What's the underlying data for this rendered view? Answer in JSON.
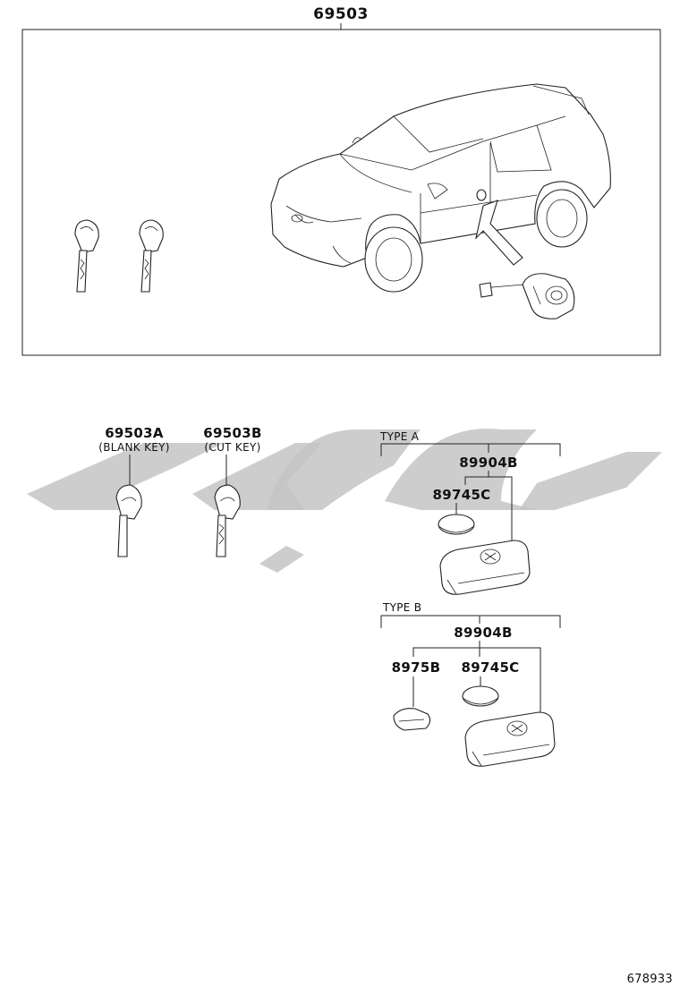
{
  "assembly": {
    "part_number": "69503"
  },
  "blank_key": {
    "part_number": "69503A",
    "caption": "(BLANK KEY)"
  },
  "cut_key": {
    "part_number": "69503B",
    "caption": "(CUT KEY)"
  },
  "type_a": {
    "label": "TYPE A",
    "transmitter_part_number": "89904B",
    "battery_part_number": "89745C"
  },
  "type_b": {
    "label": "TYPE B",
    "transmitter_part_number": "89904B",
    "cover_part_number": "8975B",
    "battery_part_number": "89745C"
  },
  "illustration_number": "678933",
  "colors": {
    "line": "#222222",
    "watermark": "#c4c4c4",
    "background": "#ffffff"
  }
}
